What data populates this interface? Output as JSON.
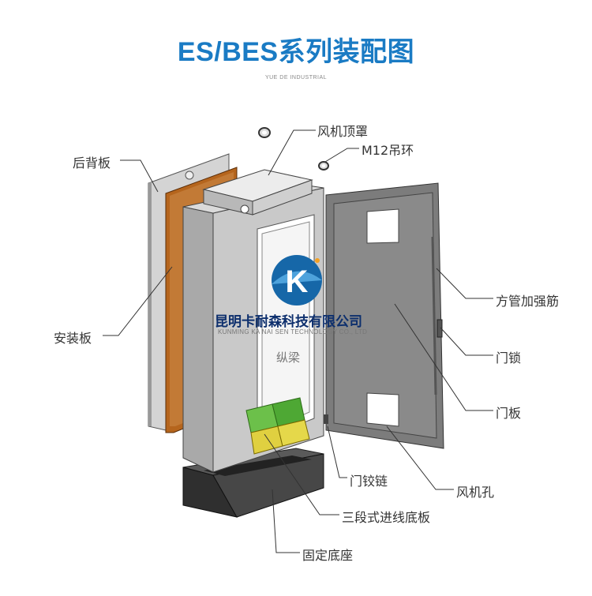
{
  "title": "ES/BES系列装配图",
  "subtitle": "YUE DE INDUSTRIAL",
  "watermark": {
    "company_cn": "昆明卡耐森科技有限公司",
    "company_en": "KUNMING KA NAI SEN TECHNOLOGY CO., LTD",
    "logo_letter": "K"
  },
  "labels": {
    "fan_top_cover": "风机顶罩",
    "m12_ring": "M12吊环",
    "back_panel": "后背板",
    "mounting_plate": "安装板",
    "longitudinal_beam": "纵梁",
    "square_tube_rib": "方管加强筋",
    "door_lock": "门锁",
    "door_panel": "门板",
    "door_hinge": "门铰链",
    "fan_hole": "风机孔",
    "three_section_plate": "三段式进线底板",
    "fixed_base": "固定底座"
  },
  "colors": {
    "title": "#1a7bc4",
    "metal_front": "#c9c9c9",
    "metal_side": "#a9a9a9",
    "mounting_plate": "#b5651d",
    "gland_plate": "#6cc04a",
    "base": "#3e3e3e",
    "door": "#7c7c7c",
    "leader_line": "#333333"
  }
}
